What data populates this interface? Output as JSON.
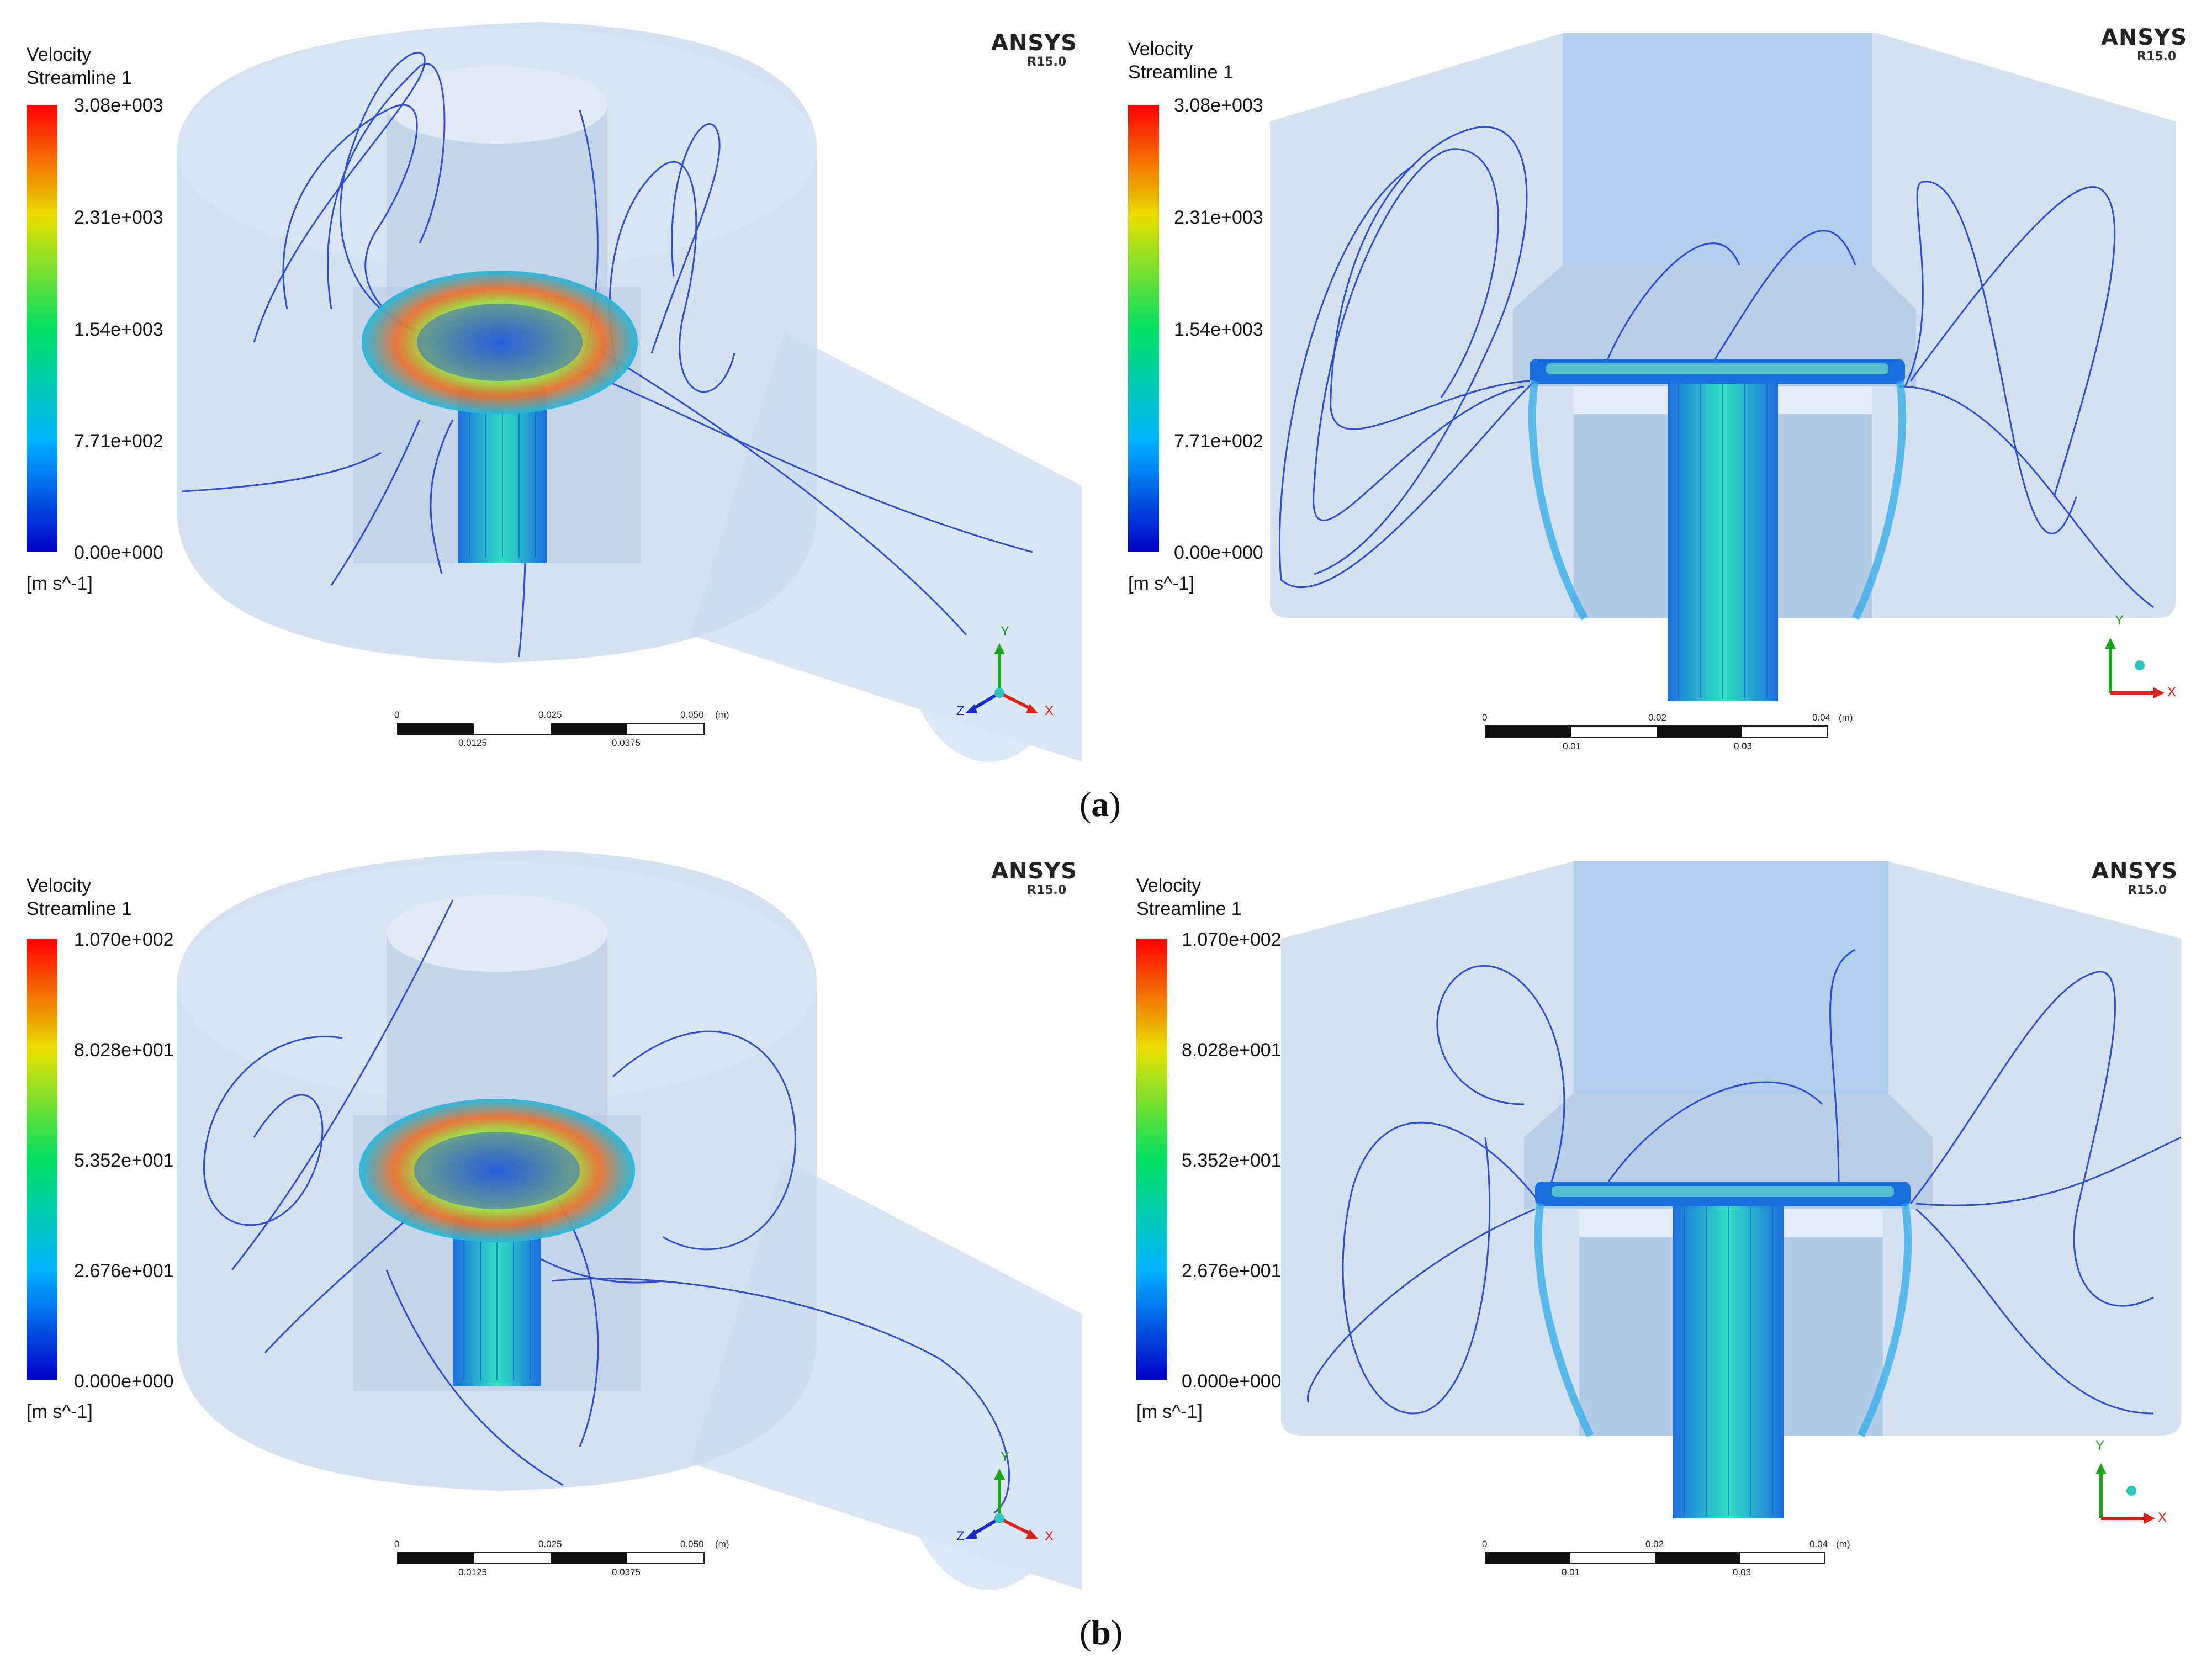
{
  "panels": [
    {
      "id": "a-left",
      "title": "Velocity",
      "subtitle": "Streamline 1",
      "legend_ticks": [
        "3.08e+003",
        "2.31e+003",
        "1.54e+003",
        "7.71e+002",
        "0.00e+000"
      ],
      "unit": "[m s^-1]",
      "brand": "ANSYS",
      "version": "R15.0",
      "scale_top": [
        "0",
        "0.025",
        "0.050",
        "(m)"
      ],
      "scale_bottom": [
        "0.0125",
        "0.0375"
      ],
      "axes": [
        "Y",
        "Z",
        "X"
      ]
    },
    {
      "id": "a-right",
      "title": "Velocity",
      "subtitle": "Streamline 1",
      "legend_ticks": [
        "3.08e+003",
        "2.31e+003",
        "1.54e+003",
        "7.71e+002",
        "0.00e+000"
      ],
      "unit": "[m s^-1]",
      "brand": "ANSYS",
      "version": "R15.0",
      "scale_top": [
        "0",
        "0.02",
        "0.04",
        "(m)"
      ],
      "scale_bottom": [
        "0.01",
        "0.03"
      ],
      "axes": [
        "Y",
        "",
        "X"
      ]
    },
    {
      "id": "b-left",
      "title": "Velocity",
      "subtitle": "Streamline 1",
      "legend_ticks": [
        "1.070e+002",
        "8.028e+001",
        "5.352e+001",
        "2.676e+001",
        "0.000e+000"
      ],
      "unit": "[m s^-1]",
      "brand": "ANSYS",
      "version": "R15.0",
      "scale_top": [
        "0",
        "0.025",
        "0.050",
        "(m)"
      ],
      "scale_bottom": [
        "0.0125",
        "0.0375"
      ],
      "axes": [
        "Y",
        "Z",
        "X"
      ]
    },
    {
      "id": "b-right",
      "title": "Velocity",
      "subtitle": "Streamline 1",
      "legend_ticks": [
        "1.070e+002",
        "8.028e+001",
        "5.352e+001",
        "2.676e+001",
        "0.000e+000"
      ],
      "unit": "[m s^-1]",
      "brand": "ANSYS",
      "version": "R15.0",
      "scale_top": [
        "0",
        "0.02",
        "0.04",
        "(m)"
      ],
      "scale_bottom": [
        "0.01",
        "0.03"
      ],
      "axes": [
        "Y",
        "",
        "X"
      ]
    }
  ],
  "captions": {
    "a": "a",
    "b": "b"
  },
  "colors": {
    "housing": "#c9d9ec",
    "streamline": "#1a3fd0",
    "jet": "#2ec4b6",
    "axis_y": "#1aa51a",
    "axis_x": "#e0201a",
    "axis_z": "#1a2ad0"
  }
}
